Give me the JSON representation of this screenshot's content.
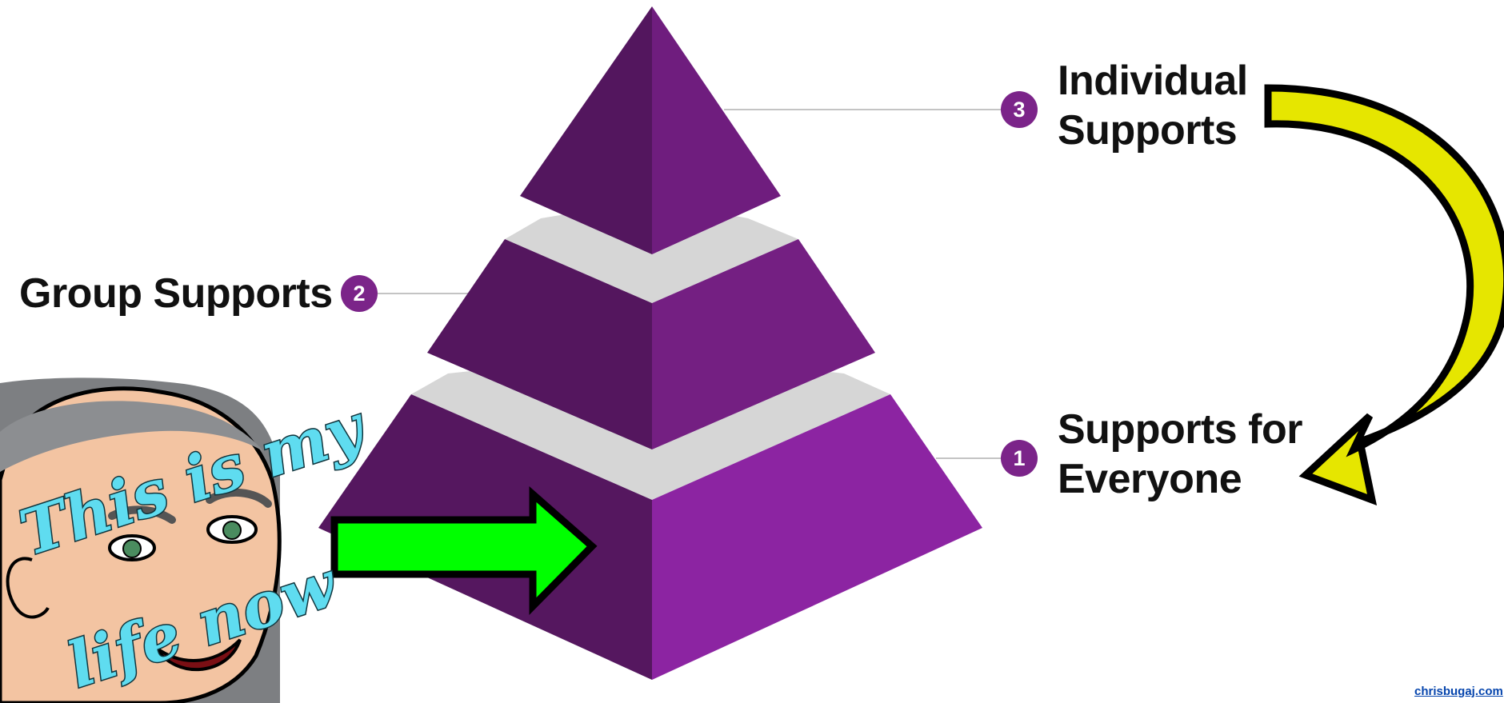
{
  "colors": {
    "top_left_face": "#53165e",
    "top_right_face": "#6f1d7e",
    "mid_left_face": "#54165e",
    "mid_right_face": "#741f82",
    "bottom_left_face": "#55175f",
    "bottom_right_face": "#8c24a2",
    "separator": "#d6d6d6",
    "badge": "#7b2489",
    "leader_line": "#c4c4c4",
    "text": "#111111",
    "yellow_arrow": "#e9e900",
    "green_arrow": "#00ff00",
    "sticker_text": "#5fdcf0",
    "link": "#0645ad"
  },
  "tiers": [
    {
      "number": "1",
      "title_line1": "Supports for",
      "title_line2": "Everyone"
    },
    {
      "number": "2",
      "title_line1": "Group Supports"
    },
    {
      "number": "3",
      "title_line1": "Individual",
      "title_line2": "Supports"
    }
  ],
  "sticker": {
    "line1": "This is my",
    "line2": "life now"
  },
  "icons": {
    "curved_arrow": "curved-yellow-arrow-icon",
    "green_arrow": "green-right-arrow-icon",
    "avatar": "cartoon-face-icon"
  },
  "footer": {
    "link_text": "chrisbugaj.com"
  }
}
